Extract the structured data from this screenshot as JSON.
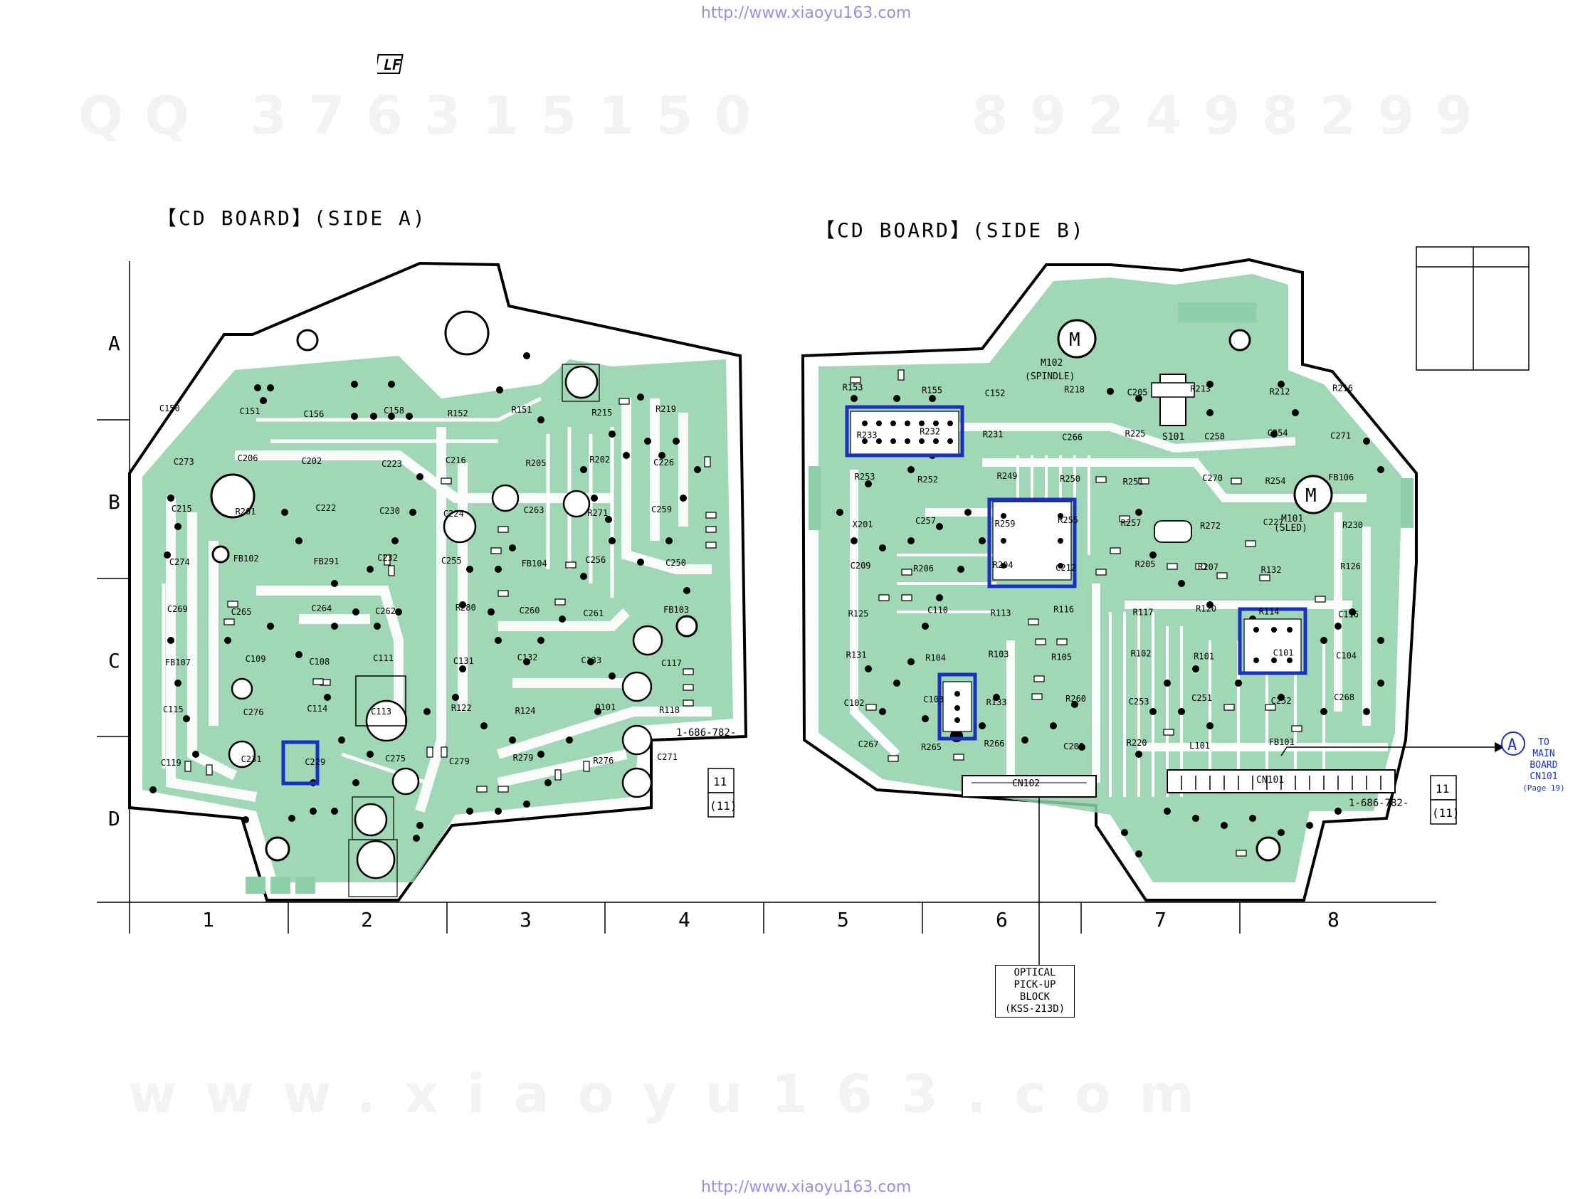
{
  "header": {
    "url_top": "http://www.xiaoyu163.com",
    "url_bottom": "http://www.xiaoyu163.com",
    "logo_text": "LF"
  },
  "watermarks": {
    "qq_left": "QQ 376315150",
    "qq_right": "892498299",
    "site_bottom": "www.xiaoyu163.com"
  },
  "boards": {
    "side_a": {
      "title": "【CD BOARD】(SIDE A)",
      "part_number": "1-686-782-",
      "rev_top": "11",
      "rev_bottom": "(11)"
    },
    "side_b": {
      "title": "【CD BOARD】(SIDE B)",
      "part_number": "1-686-782-",
      "rev_top": "11",
      "rev_bottom": "(11)",
      "motors": {
        "spindle_label": "M",
        "spindle_ref": "M102",
        "spindle_name": "(SPINDLE)",
        "sled_label": "M",
        "sled_ref": "M101",
        "sled_name": "(SLED)"
      },
      "connectors": [
        "CN102",
        "CN101",
        "S101"
      ]
    }
  },
  "grid": {
    "rows": [
      "A",
      "B",
      "C",
      "D"
    ],
    "cols": [
      "1",
      "2",
      "3",
      "4",
      "5",
      "6",
      "7",
      "8"
    ]
  },
  "callouts": {
    "pickup": [
      "OPTICAL",
      "PICK-UP",
      "BLOCK",
      "(KSS-213D)"
    ],
    "main_board_marker": "A",
    "main_board": [
      "TO",
      "MAIN",
      "BOARD",
      "CN101",
      "(Page 19)"
    ]
  },
  "components_a": [
    "C150",
    "C151",
    "C156",
    "C158",
    "R152",
    "R151",
    "R215",
    "R219",
    "C273",
    "C206",
    "C202",
    "C223",
    "C216",
    "R205",
    "R202",
    "C226",
    "C215",
    "R201",
    "C222",
    "C230",
    "C224",
    "C263",
    "R271",
    "C259",
    "C274",
    "FB102",
    "FB291",
    "C232",
    "C255",
    "FB104",
    "C256",
    "C250",
    "C269",
    "C265",
    "C264",
    "C262",
    "R280",
    "C260",
    "C261",
    "FB103",
    "FB107",
    "C109",
    "C108",
    "C111",
    "C131",
    "C132",
    "C133",
    "C117",
    "C115",
    "C276",
    "C114",
    "C113",
    "R122",
    "R124",
    "Q101",
    "R118",
    "C119",
    "C231",
    "C229",
    "C275",
    "C279",
    "R279",
    "R276",
    "C271"
  ],
  "components_b": [
    "R153",
    "R155",
    "C152",
    "R218",
    "C205",
    "R213",
    "R212",
    "R216",
    "R233",
    "R232",
    "R231",
    "C266",
    "R225",
    "C258",
    "C254",
    "C271",
    "R253",
    "R252",
    "R249",
    "R250",
    "R251",
    "C270",
    "R254",
    "FB106",
    "X201",
    "C257",
    "R259",
    "R255",
    "R257",
    "R272",
    "C227",
    "R230",
    "C209",
    "R206",
    "R204",
    "C212",
    "R205",
    "R207",
    "R132",
    "R126",
    "R125",
    "C110",
    "R113",
    "R116",
    "R117",
    "R120",
    "R114",
    "C116",
    "R131",
    "R104",
    "R103",
    "R105",
    "R102",
    "R101",
    "C101",
    "C104",
    "C102",
    "C103",
    "R133",
    "R260",
    "C253",
    "C251",
    "C252",
    "C268",
    "C267",
    "R265",
    "R266",
    "C208",
    "R220",
    "L101",
    "FB101"
  ]
}
